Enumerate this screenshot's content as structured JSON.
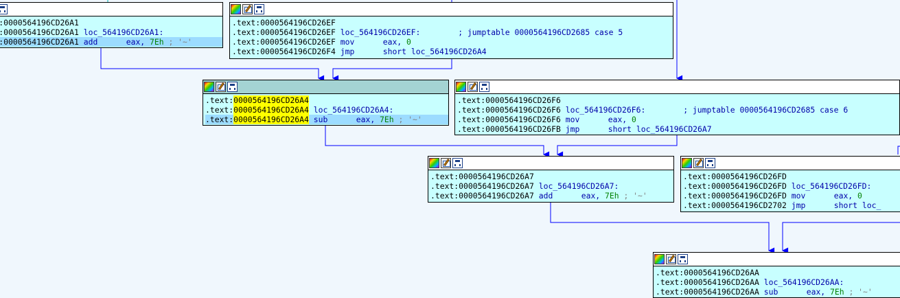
{
  "theme": {
    "node_bg": "#c8ffff",
    "selected_title_bg": "#a4d3d3",
    "edge_color": "#0000ff",
    "address_highlight": "#ffff00",
    "current_line_bg": "#9cdcff"
  },
  "toolbar_icons": [
    "color-icon",
    "rename-icon",
    "graph-overview-icon"
  ],
  "nodes": [
    {
      "id": "node-26a1",
      "lines": [
        {
          "seg": ".text:0000564196CD26A1",
          "label": "",
          "mnem": "",
          "ops": []
        },
        {
          "seg": ".text:0000564196CD26A1",
          "label": "loc_564196CD26A1:",
          "mnem": "",
          "ops": []
        },
        {
          "seg": ".text:0000564196CD26A1",
          "label": "",
          "mnem": "add",
          "ops": [
            {
              "t": "reg",
              "v": "eax, "
            },
            {
              "t": "num",
              "v": "7Eh"
            },
            {
              "t": "cmt",
              "v": " ; '~'"
            }
          ]
        }
      ]
    },
    {
      "id": "node-26ef",
      "lines": [
        {
          "seg": ".text:0000564196CD26EF",
          "label": "",
          "mnem": "",
          "ops": []
        },
        {
          "seg": ".text:0000564196CD26EF",
          "label": "loc_564196CD26EF:",
          "mnem": "",
          "ops": [
            {
              "t": "reg",
              "v": "        ; jumptable 0000564196CD2685 case 5"
            }
          ]
        },
        {
          "seg": ".text:0000564196CD26EF",
          "label": "",
          "mnem": "mov",
          "ops": [
            {
              "t": "reg",
              "v": "eax, "
            },
            {
              "t": "num",
              "v": "0"
            }
          ]
        },
        {
          "seg": ".text:0000564196CD26F4",
          "label": "",
          "mnem": "jmp",
          "ops": [
            {
              "t": "reg",
              "v": "short loc_564196CD26A4"
            }
          ]
        }
      ]
    },
    {
      "id": "node-26a4",
      "lines": [
        {
          "seg": ".text:0000564196CD26A4",
          "label": "",
          "mnem": "",
          "ops": []
        },
        {
          "seg": ".text:0000564196CD26A4",
          "label": "loc_564196CD26A4:",
          "mnem": "",
          "ops": []
        },
        {
          "seg": ".text:0000564196CD26A4",
          "label": "",
          "mnem": "sub",
          "ops": [
            {
              "t": "reg",
              "v": "eax, "
            },
            {
              "t": "num",
              "v": "7Eh"
            },
            {
              "t": "cmt",
              "v": " ; '~'"
            }
          ]
        }
      ]
    },
    {
      "id": "node-26f6",
      "lines": [
        {
          "seg": ".text:0000564196CD26F6",
          "label": "",
          "mnem": "",
          "ops": []
        },
        {
          "seg": ".text:0000564196CD26F6",
          "label": "loc_564196CD26F6:",
          "mnem": "",
          "ops": [
            {
              "t": "reg",
              "v": "        ; jumptable 0000564196CD2685 case 6"
            }
          ]
        },
        {
          "seg": ".text:0000564196CD26F6",
          "label": "",
          "mnem": "mov",
          "ops": [
            {
              "t": "reg",
              "v": "eax, "
            },
            {
              "t": "num",
              "v": "0"
            }
          ]
        },
        {
          "seg": ".text:0000564196CD26FB",
          "label": "",
          "mnem": "jmp",
          "ops": [
            {
              "t": "reg",
              "v": "short loc_564196CD26A7"
            }
          ]
        }
      ]
    },
    {
      "id": "node-26a7",
      "lines": [
        {
          "seg": ".text:0000564196CD26A7",
          "label": "",
          "mnem": "",
          "ops": []
        },
        {
          "seg": ".text:0000564196CD26A7",
          "label": "loc_564196CD26A7:",
          "mnem": "",
          "ops": []
        },
        {
          "seg": ".text:0000564196CD26A7",
          "label": "",
          "mnem": "add",
          "ops": [
            {
              "t": "reg",
              "v": "eax, "
            },
            {
              "t": "num",
              "v": "7Eh"
            },
            {
              "t": "cmt",
              "v": " ; '~'"
            }
          ]
        }
      ]
    },
    {
      "id": "node-26fd",
      "lines": [
        {
          "seg": ".text:0000564196CD26FD",
          "label": "",
          "mnem": "",
          "ops": []
        },
        {
          "seg": ".text:0000564196CD26FD",
          "label": "loc_564196CD26FD:",
          "mnem": "",
          "ops": []
        },
        {
          "seg": ".text:0000564196CD26FD",
          "label": "",
          "mnem": "mov",
          "ops": [
            {
              "t": "reg",
              "v": "eax, "
            },
            {
              "t": "num",
              "v": "0"
            }
          ]
        },
        {
          "seg": ".text:0000564196CD2702",
          "label": "",
          "mnem": "jmp",
          "ops": [
            {
              "t": "reg",
              "v": "short loc_"
            }
          ]
        }
      ]
    },
    {
      "id": "node-26aa",
      "lines": [
        {
          "seg": ".text:0000564196CD26AA",
          "label": "",
          "mnem": "",
          "ops": []
        },
        {
          "seg": ".text:0000564196CD26AA",
          "label": "loc_564196CD26AA:",
          "mnem": "",
          "ops": []
        },
        {
          "seg": ".text:0000564196CD26AA",
          "label": "",
          "mnem": "sub",
          "ops": [
            {
              "t": "reg",
              "v": "eax, "
            },
            {
              "t": "num",
              "v": "7Eh"
            },
            {
              "t": "cmt",
              "v": " ; '~'"
            }
          ]
        }
      ]
    }
  ]
}
